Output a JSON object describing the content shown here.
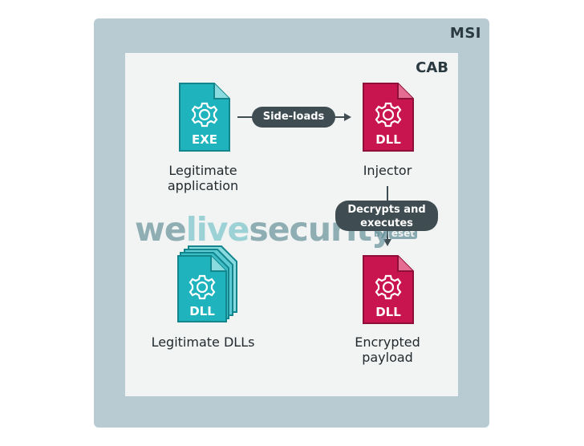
{
  "containers": {
    "msi_label": "MSI",
    "cab_label": "CAB"
  },
  "nodes": {
    "exe": {
      "tag": "EXE",
      "label_line1": "Legitimate",
      "label_line2": "application"
    },
    "injector": {
      "tag": "DLL",
      "label": "Injector"
    },
    "legit_dlls": {
      "tag": "DLL",
      "label": "Legitimate DLLs"
    },
    "payload": {
      "tag": "DLL",
      "label_line1": "Encrypted",
      "label_line2": "payload"
    }
  },
  "edges": {
    "side_loads": "Side-loads",
    "decrypts_line1": "Decrypts and",
    "decrypts_line2": "executes"
  },
  "watermark": {
    "part1": "we",
    "part2": "live",
    "part3": "security",
    "by": "by",
    "brand": "eset"
  },
  "colors": {
    "teal": "#1fb3bd",
    "teal_dark": "#13858d",
    "crimson": "#c8154f",
    "crimson_dark": "#8e0f38",
    "msi_bg": "#b9cbd2",
    "cab_bg": "#f2f3f3",
    "pill_bg": "#3f4d52"
  },
  "icons": {
    "file": "file-icon",
    "gear": "gear-icon"
  }
}
